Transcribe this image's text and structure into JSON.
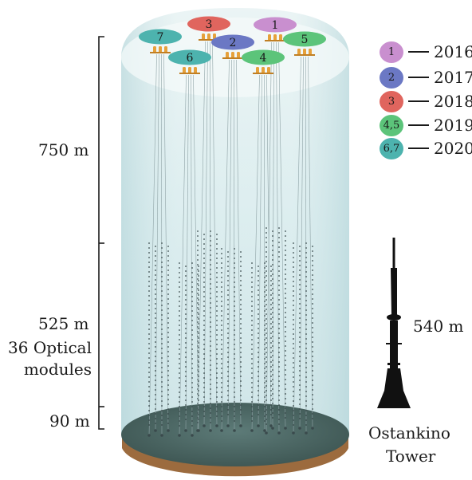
{
  "scale_labels": {
    "height_750": "750 m",
    "height_525": "525 m",
    "modules_line1": "36 Optical",
    "modules_line2": "modules",
    "height_90": "90 m",
    "tower_height": "540 m",
    "tower_name_line1": "Ostankino",
    "tower_name_line2": "Tower"
  },
  "legend": [
    {
      "badge": "1",
      "year": "2016",
      "color": "#c98fcf"
    },
    {
      "badge": "2",
      "year": "2017",
      "color": "#6b78c4"
    },
    {
      "badge": "3",
      "year": "2018",
      "color": "#e0655e"
    },
    {
      "badge": "4,5",
      "year": "2019",
      "color": "#5cc47a"
    },
    {
      "badge": "6,7",
      "year": "2020",
      "color": "#4db3ae"
    }
  ],
  "clusters": [
    {
      "label": "3",
      "color": "#e0655e"
    },
    {
      "label": "1",
      "color": "#c98fcf"
    },
    {
      "label": "7",
      "color": "#4db3ae"
    },
    {
      "label": "2",
      "color": "#6b78c4"
    },
    {
      "label": "5",
      "color": "#5cc47a"
    },
    {
      "label": "6",
      "color": "#4db3ae"
    },
    {
      "label": "4",
      "color": "#5cc47a"
    }
  ]
}
